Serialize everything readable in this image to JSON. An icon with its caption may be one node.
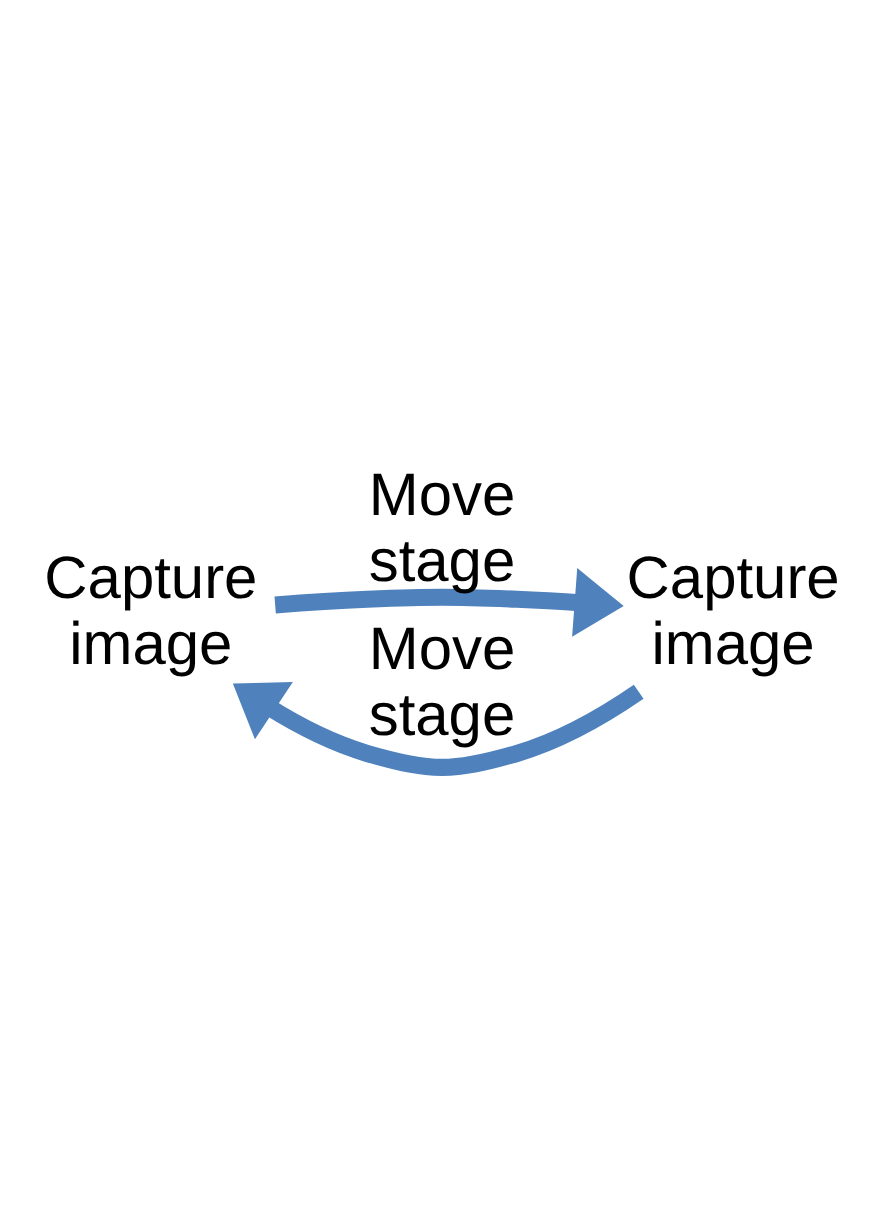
{
  "diagram": {
    "nodes": [
      {
        "text": [
          "Capture image"
        ]
      },
      {
        "text": [
          "Capture image"
        ]
      }
    ],
    "edges": [
      {
        "from": 0,
        "to": 1,
        "arrow": "to",
        "label": "Move stage"
      },
      {
        "from": 1,
        "to": 0,
        "arrow": "to",
        "label": "Move stage"
      }
    ]
  }
}
